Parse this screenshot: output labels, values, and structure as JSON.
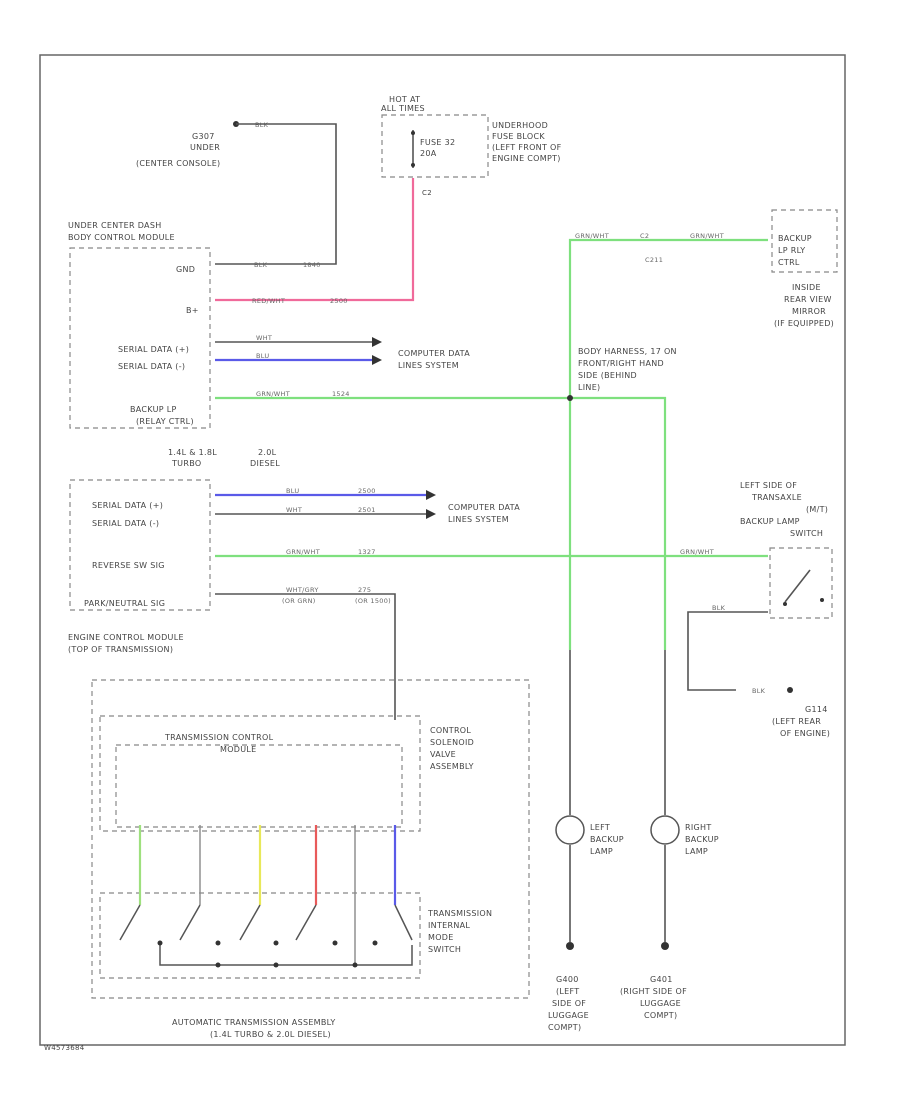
{
  "colors": {
    "green": "#7ee07e",
    "pink": "#f06a9a",
    "blue": "#5a5ae8",
    "yellow": "#e8e85a",
    "red": "#e85a5a",
    "lime": "#9ee07e",
    "black": "#555555"
  },
  "fuse": {
    "hot_at": "HOT AT",
    "hot_in": "ALL TIMES",
    "name": "FUSE 32",
    "rating": "20A",
    "loc1": "UNDERHOOD",
    "loc2": "FUSE BLOCK",
    "loc3": "(LEFT FRONT OF",
    "loc4": "ENGINE COMPT)",
    "pin": "C2"
  },
  "ground_g307": {
    "name": "G307",
    "line1": "UNDER",
    "line2": "(CENTER CONSOLE)",
    "wire": "BLK"
  },
  "bcm": {
    "loc": "UNDER CENTER DASH",
    "name": "BODY CONTROL MODULE",
    "gnd": "GND",
    "bplus": "B+",
    "serial1": "SERIAL DATA (+)",
    "serial2": "SERIAL DATA (-)",
    "backup1": "BACKUP LP",
    "backup2": "(RELAY CTRL)"
  },
  "backup_relay": {
    "name1": "BACKUP",
    "name2": "LP RLY",
    "name3": "CTRL",
    "m1": "INSIDE",
    "m2": "REAR VIEW",
    "m3": "MIRROR",
    "m4": "(IF EQUIPPED)",
    "conn": "C2",
    "conn2": "C211"
  },
  "harness": {
    "l1": "BODY HARNESS, 17 ON",
    "l2": "FRONT/RIGHT HAND",
    "l3": "SIDE (BEHIND",
    "l4": "LINE)"
  },
  "engine_labels": {
    "turbo_a": "1.4L & 1.8L",
    "turbo_b": "TURBO",
    "diesel_a": "2.0L",
    "diesel_b": "DIESEL",
    "ecm1": "ENGINE CONTROL MODULE",
    "ecm2": "(TOP OF TRANSMISSION)"
  },
  "ecm": {
    "serial1": "SERIAL DATA (+)",
    "serial2": "SERIAL DATA (-)",
    "reverse": "REVERSE SW SIG",
    "park": "PARK/NEUTRAL SIG"
  },
  "computer_data": {
    "line1": "COMPUTER DATA",
    "line2": "LINES SYSTEM"
  },
  "switch": {
    "l1": "LEFT SIDE OF",
    "l2": "TRANSAXLE",
    "l3": "(M/T)",
    "l4": "BACKUP LAMP",
    "l5": "SWITCH"
  },
  "ground_g114": {
    "name": "G114",
    "l1": "(LEFT REAR",
    "l2": "OF ENGINE)",
    "wire": "BLK"
  },
  "lamps": {
    "left1": "LEFT",
    "left2": "BACKUP",
    "left3": "LAMP",
    "right1": "RIGHT",
    "right2": "BACKUP",
    "right3": "LAMP"
  },
  "grounds_bottom": {
    "g400": "G400",
    "g400_1": "(LEFT",
    "g400_2": "SIDE OF",
    "g400_3": "LUGGAGE",
    "g400_4": "COMPT)",
    "g401": "G401",
    "g401_1": "(RIGHT SIDE OF",
    "g401_2": "LUGGAGE",
    "g401_3": "COMPT)"
  },
  "trans": {
    "tcm1": "TRANSMISSION CONTROL",
    "tcm2": "MODULE",
    "csv1": "CONTROL",
    "csv2": "SOLENOID",
    "csv3": "VALVE",
    "csv4": "ASSEMBLY",
    "ims1": "TRANSMISSION",
    "ims2": "INTERNAL",
    "ims3": "MODE",
    "ims4": "SWITCH",
    "assy1": "AUTOMATIC TRANSMISSION ASSEMBLY",
    "assy2": "(1.4L TURBO & 2.0L DIESEL)"
  },
  "wires": {
    "blk": "BLK",
    "redwht": "RED/WHT",
    "wht": "WHT",
    "blu": "BLU",
    "grnwht": "GRN/WHT",
    "grnwht2": "GRN/WHT",
    "wht_gry": "WHT/GRY",
    "orn_grn": "(OR GRN)",
    "circ1": "1840",
    "circ2": "2501",
    "circ3": "2500",
    "circ4": "1524",
    "circ5": "1327",
    "circ6": "275",
    "circ7": "(OR 1500)"
  },
  "figure_id": "W4573684"
}
